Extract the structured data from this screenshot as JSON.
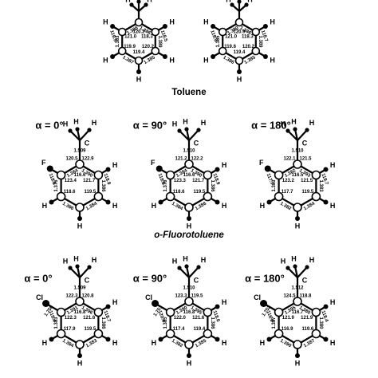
{
  "titles": {
    "toluene": "Toluene",
    "fluoro": "o-Fluorotoluene"
  },
  "molecules": [
    {
      "id": "toluene-a",
      "row": 0,
      "alpha": "",
      "sub": "H",
      "bonds": {
        "top_l": "1.386",
        "top_r": "1.386",
        "left": "1.383",
        "right": "1.389",
        "bot_l": "1.387",
        "bot_r": "1.385"
      },
      "angles": {
        "ipso": "120.2",
        "ortho_l": "121.0",
        "ortho_r": "118.3",
        "meta_l": "119.9",
        "meta_r": "120.2",
        "para": "119.4",
        "ext_l": "119.5",
        "ext_r": "118.5",
        "sub_l": "",
        "sub_r": ""
      },
      "methyl": {
        "cc": "",
        "a1": "",
        "a2": ""
      }
    },
    {
      "id": "toluene-b",
      "row": 0,
      "alpha": "",
      "sub": "H",
      "bonds": {
        "top_l": "1.390",
        "top_r": "1.386",
        "left": "1.385",
        "right": "1.389",
        "bot_l": "1.386",
        "bot_r": "1.385"
      },
      "angles": {
        "ipso": "120.9",
        "ortho_l": "121.0",
        "ortho_r": "118.3",
        "meta_l": "119.6",
        "meta_r": "120.2",
        "para": "119.4",
        "ext_l": "119.5",
        "ext_r": "118.7",
        "sub_l": "",
        "sub_r": ""
      },
      "methyl": {
        "cc": "",
        "a1": "",
        "a2": ""
      }
    },
    {
      "id": "fluoro-0",
      "row": 1,
      "alpha": "α = 0°",
      "sub": "F",
      "bonds": {
        "top_l": "1.384",
        "top_r": "1.390",
        "left": "1.376",
        "right": "1.386",
        "bot_l": "1.386",
        "bot_r": "1.384"
      },
      "angles": {
        "ipso": "116.6",
        "ortho_l": "123.4",
        "ortho_r": "121.7",
        "meta_l": "118.6",
        "meta_r": "119.5",
        "para": "",
        "ext_l": "118.6",
        "ext_r": "118.9",
        "sub_l": "120.5",
        "sub_r": "122.9"
      },
      "methyl": {
        "cc": "1.509",
        "a1": "",
        "a2": ""
      }
    },
    {
      "id": "fluoro-90",
      "row": 1,
      "alpha": "α = 90°",
      "sub": "F",
      "bonds": {
        "top_l": "1.384",
        "top_r": "1.390",
        "left": "1.378",
        "right": "1.386",
        "bot_l": "1.384",
        "bot_r": "1.386"
      },
      "angles": {
        "ipso": "116.6",
        "ortho_l": "123.3",
        "ortho_r": "121.7",
        "meta_l": "118.6",
        "meta_r": "119.5",
        "para": "",
        "ext_l": "119.6",
        "ext_r": "118.9",
        "sub_l": "121.2",
        "sub_r": "122.2"
      },
      "methyl": {
        "cc": "1.510",
        "a1": "",
        "a2": ""
      }
    },
    {
      "id": "fluoro-180",
      "row": 1,
      "alpha": "α = 180°",
      "sub": "F",
      "bonds": {
        "top_l": "1.382",
        "top_r": "1.393",
        "left": "1.383",
        "right": "1.383",
        "bot_l": "1.382",
        "bot_r": "1.384"
      },
      "angles": {
        "ipso": "116.5",
        "ortho_l": "123.2",
        "ortho_r": "121.5",
        "meta_l": "117.7",
        "meta_r": "119.5",
        "para": "",
        "ext_l": "117.7",
        "ext_r": "119.7",
        "sub_l": "122.1",
        "sub_r": "121.5"
      },
      "methyl": {
        "cc": "1.510",
        "a1": "",
        "a2": ""
      }
    },
    {
      "id": "chloro-0",
      "row": 2,
      "alpha": "α = 0°",
      "sub": "Cl",
      "bonds": {
        "top_l": "1.391",
        "top_r": "1.396",
        "left": "1.383",
        "right": "1.386",
        "bot_l": "1.384",
        "bot_r": "1.383"
      },
      "angles": {
        "ipso": "116.8",
        "ortho_l": "122.3",
        "ortho_r": "121.6",
        "meta_l": "117.9",
        "meta_r": "119.5",
        "para": "",
        "ext_l": "119.4",
        "ext_r": "118.7",
        "sub_l": "122.3",
        "sub_r": "120.8"
      },
      "methyl": {
        "cc": "1.509",
        "a1": "",
        "a2": ""
      },
      "ccl": "1.750"
    },
    {
      "id": "chloro-90",
      "row": 2,
      "alpha": "α = 90°",
      "sub": "Cl",
      "bonds": {
        "top_l": "1.390",
        "top_r": "1.395",
        "left": "1.385",
        "right": "1.386",
        "bot_l": "1.382",
        "bot_r": "1.385"
      },
      "angles": {
        "ipso": "116.8",
        "ortho_l": "122.0",
        "ortho_r": "121.6",
        "meta_l": "117.4",
        "meta_r": "119.4",
        "para": "",
        "ext_l": "120.4",
        "ext_r": "118.6",
        "sub_l": "123.3",
        "sub_r": "119.5"
      },
      "methyl": {
        "cc": "1.510",
        "a1": "",
        "a2": ""
      },
      "ccl": "1.751"
    },
    {
      "id": "chloro-180",
      "row": 2,
      "alpha": "α = 180°",
      "sub": "Cl",
      "bonds": {
        "top_l": "1.395",
        "top_r": "1.380",
        "left": "1.387",
        "right": "1.380",
        "bot_l": "1.390",
        "bot_r": "1.387"
      },
      "angles": {
        "ipso": "116.7",
        "ortho_l": "121.9",
        "ortho_r": "121.9",
        "meta_l": "116.9",
        "meta_r": "119.6",
        "para": "",
        "ext_l": "116.9",
        "ext_r": "118.4",
        "sub_l": "124.5",
        "sub_r": "118.8"
      },
      "methyl": {
        "cc": "1.512",
        "a1": "",
        "a2": ""
      },
      "ccl": "1.752"
    }
  ]
}
